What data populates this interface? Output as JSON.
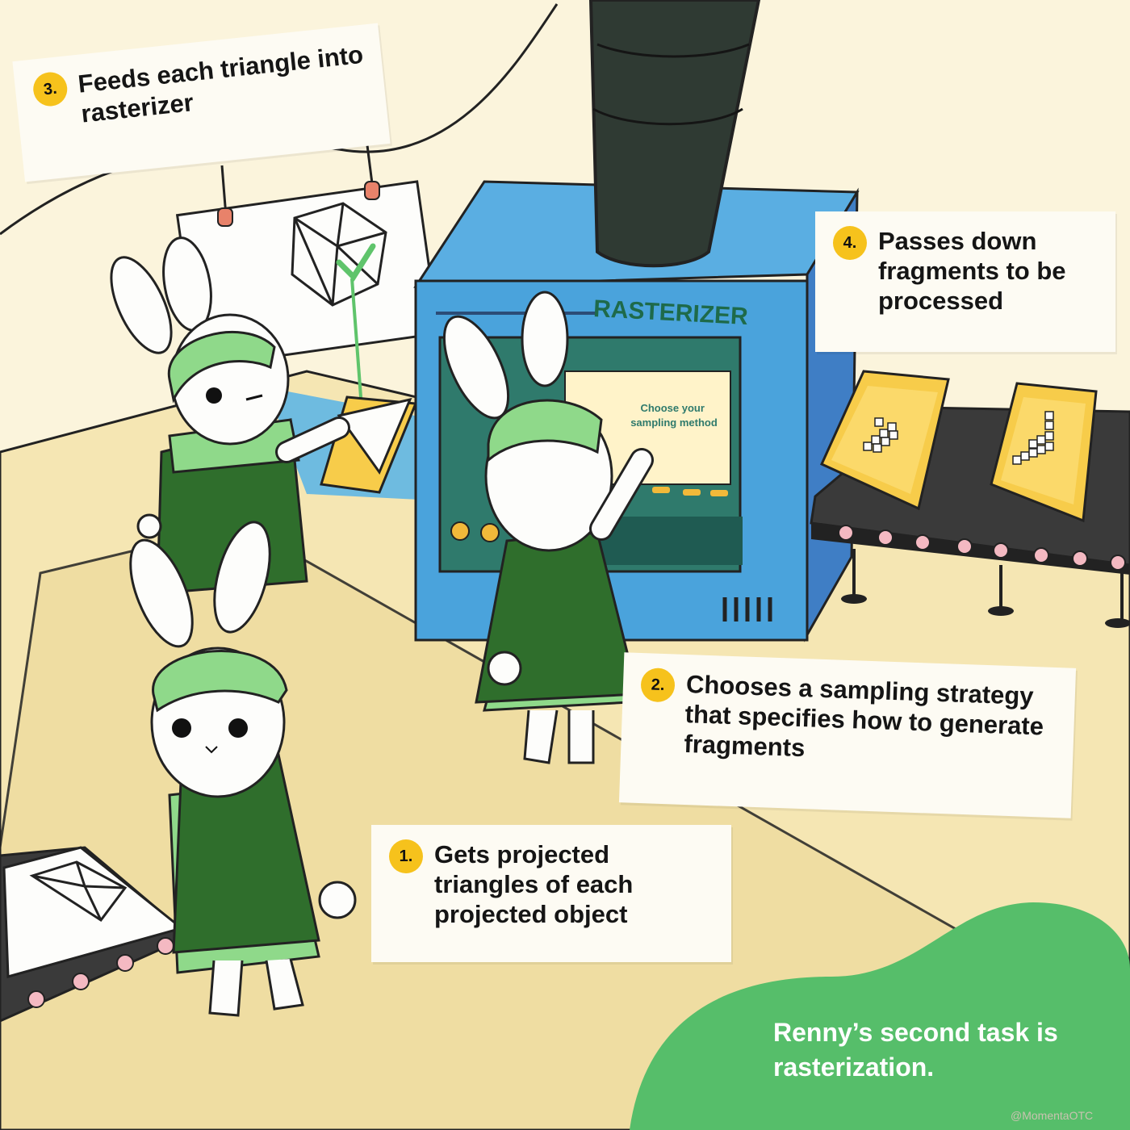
{
  "colors": {
    "background": "#fbf4dc",
    "floor": "#f5e6b3",
    "machine": "#4aa3dc",
    "bunny_cap": "#8fd98a",
    "apron": "#2f6e2c",
    "blob": "#56be6a",
    "badge": "#f6c21c",
    "tray": "#f7cc4a",
    "conveyor": "#3a3a3a"
  },
  "machine": {
    "label": "RASTERIZER",
    "screen_text": "Choose your sampling method"
  },
  "notes": [
    {
      "number": "1.",
      "text": "Gets projected triangles of each projected object"
    },
    {
      "number": "2.",
      "text": "Chooses a sampling strategy that specifies how to generate fragments"
    },
    {
      "number": "3.",
      "text": "Feeds each triangle into rasterizer"
    },
    {
      "number": "4.",
      "text": "Passes down fragments to be processed"
    }
  ],
  "caption": "Renny’s second task is rasterization.",
  "watermark": "@MomentaOTC",
  "icons": [
    "cube-wireframe-icon",
    "checkmark-icon",
    "triangle-icon",
    "fragment-grid-icon",
    "rabbit-icon"
  ]
}
